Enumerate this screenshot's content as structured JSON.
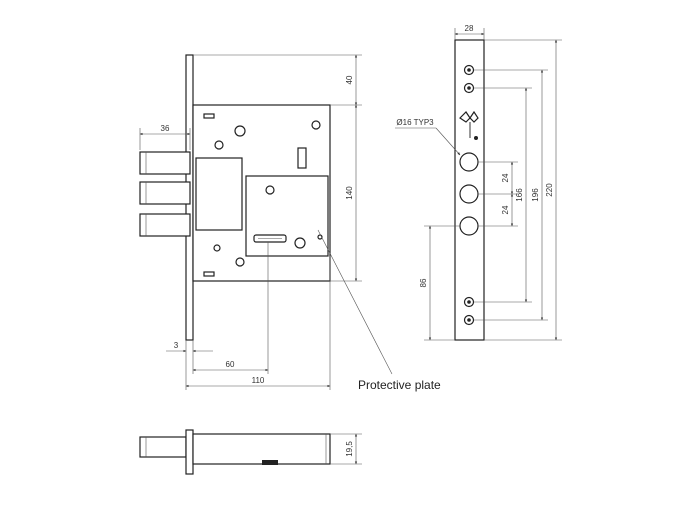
{
  "dimensions": {
    "d28": "28",
    "d40": "40",
    "d36": "36",
    "d140": "140",
    "d16": "Ø16 TYP3",
    "d24a": "24",
    "d166": "166",
    "d196": "196",
    "d220": "220",
    "d24b": "24",
    "d86": "86",
    "d3": "3",
    "d60": "60",
    "d110": "110",
    "d195": "19,5"
  },
  "labels": {
    "protective_plate": "Protective plate"
  }
}
